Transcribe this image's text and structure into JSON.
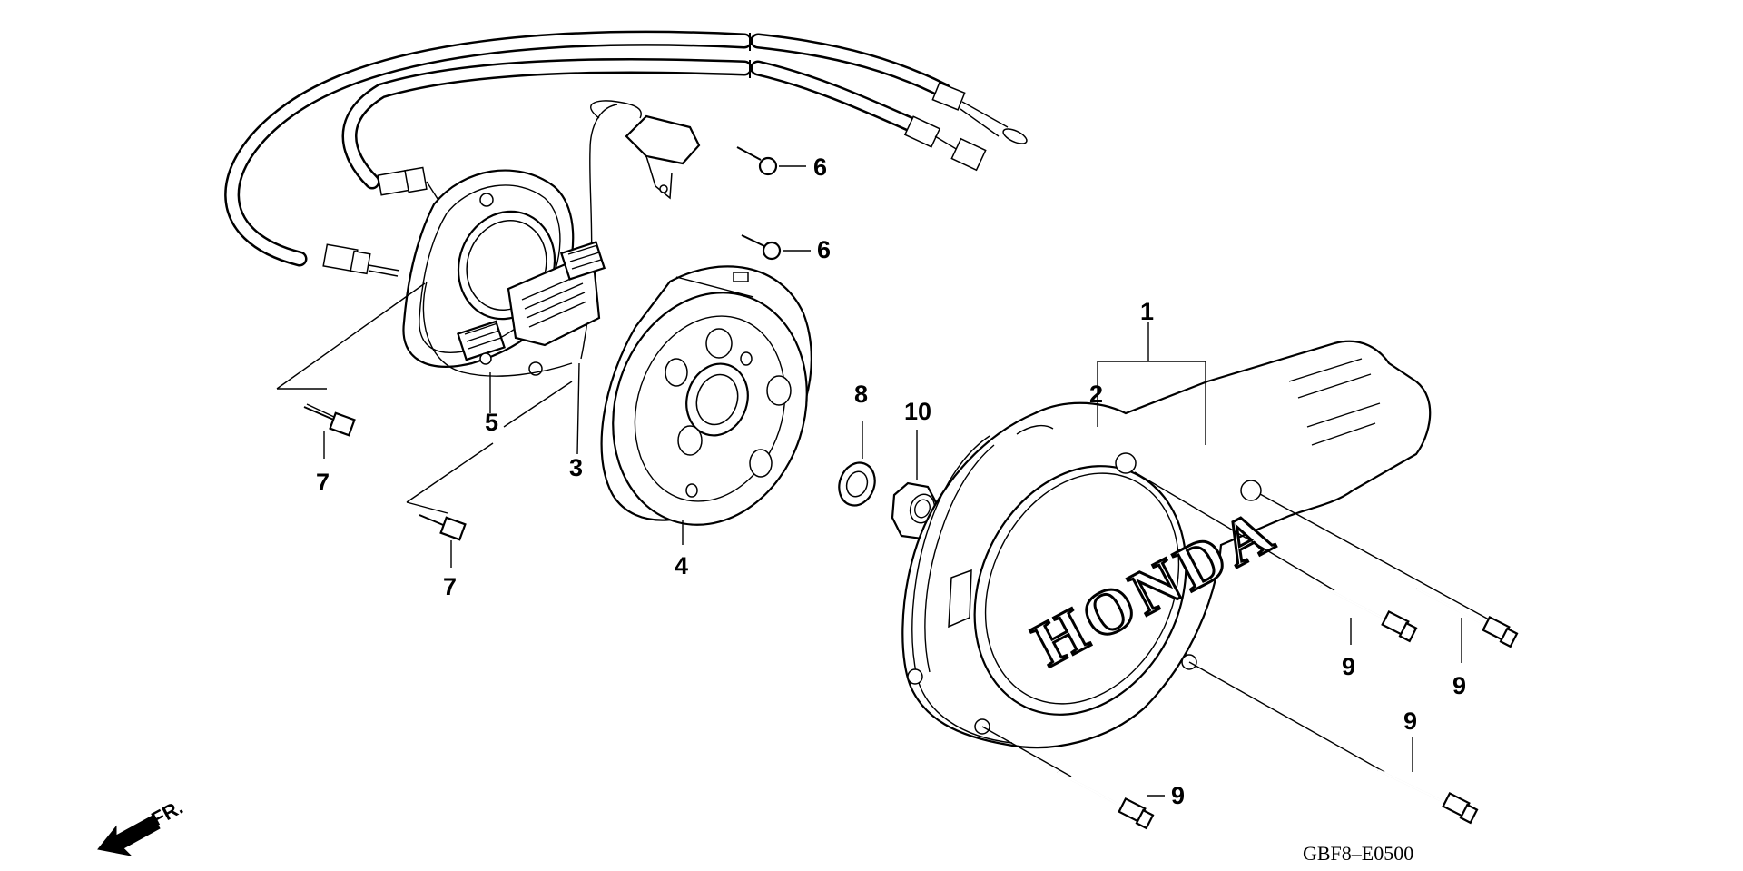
{
  "callouts": {
    "c1": "1",
    "c2": "2",
    "c3": "3",
    "c4": "4",
    "c5": "5",
    "c6a": "6",
    "c6b": "6",
    "c7a": "7",
    "c7b": "7",
    "c8": "8",
    "c9a": "9",
    "c9b": "9",
    "c9c": "9",
    "c9d": "9",
    "c10": "10"
  },
  "cover_brand": "HONDA",
  "direction_label": "FR.",
  "diagram_code": "GBF8–E0500"
}
